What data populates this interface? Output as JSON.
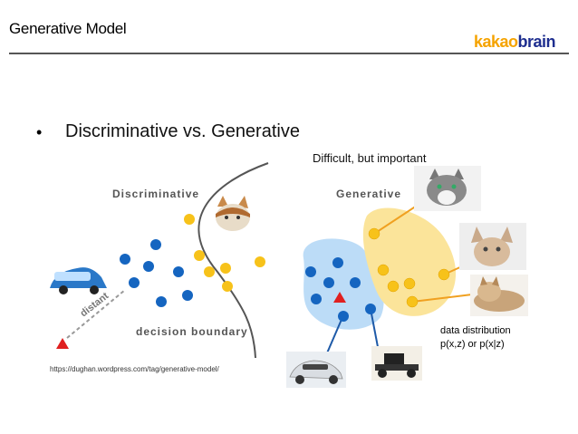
{
  "slide": {
    "title": "Generative Model",
    "logo_part1": "kakao",
    "logo_part2": "brain",
    "bullet": "Discriminative vs. Generative",
    "note_difficult": "Difficult, but important",
    "data_distribution_line1": "data distribution",
    "data_distribution_line2": "p(x,z) or p(x|z)",
    "source": "https://dughan.wordpress.com/tag/generative-model/"
  },
  "figure_left": {
    "label_top": "Discriminative",
    "label_distant": "distant",
    "label_boundary": "decision boundary"
  },
  "figure_right": {
    "label_top": "Generative"
  },
  "colors": {
    "blue_point": "#1565c0",
    "yellow_point": "#f7c21a",
    "blue_cluster": "#bcdcf7",
    "yellow_cluster": "#fbe49a",
    "triangle": "#e02020",
    "connector": "#f0a020",
    "logo_orange": "#f5a300",
    "logo_navy": "#1e2e8f"
  }
}
